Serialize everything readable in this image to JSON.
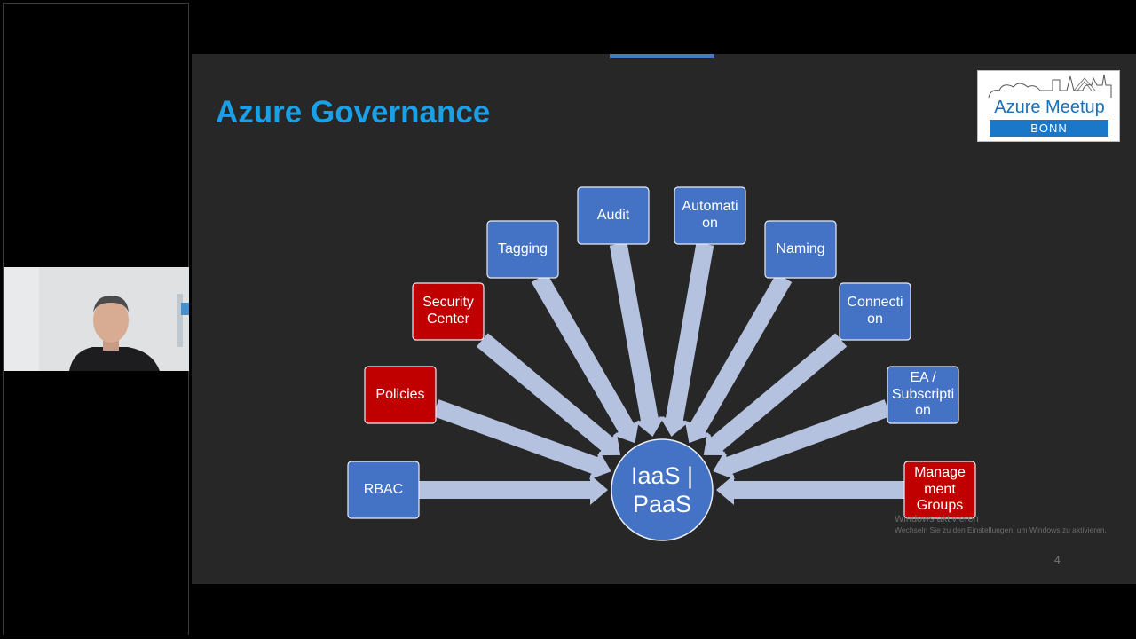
{
  "slide": {
    "title": "Azure Governance",
    "hub": {
      "label": "IaaS |\nPaaS"
    },
    "boxes": [
      {
        "id": "rbac",
        "label": "RBAC",
        "color": "#4472c4"
      },
      {
        "id": "policies",
        "label": "Policies",
        "color": "#c00000"
      },
      {
        "id": "security-center",
        "label": "Security\nCenter",
        "color": "#c00000"
      },
      {
        "id": "tagging",
        "label": "Tagging",
        "color": "#4472c4"
      },
      {
        "id": "audit",
        "label": "Audit",
        "color": "#4472c4"
      },
      {
        "id": "automation",
        "label": "Automati\non",
        "color": "#4472c4"
      },
      {
        "id": "naming",
        "label": "Naming",
        "color": "#4472c4"
      },
      {
        "id": "connection",
        "label": "Connecti\non",
        "color": "#4472c4"
      },
      {
        "id": "ea-subscription",
        "label": "EA /\nSubscripti\non",
        "color": "#4472c4"
      },
      {
        "id": "management-groups",
        "label": "Manage\nment\nGroups",
        "color": "#c00000"
      }
    ],
    "page_number": "4"
  },
  "logo": {
    "title": "Azure Meetup",
    "city": "BONN"
  },
  "watermark": {
    "title": "Windows aktivieren",
    "subtitle": "Wechseln Sie zu den Einstellungen, um Windows zu aktivieren."
  },
  "colors": {
    "title": "#1aa0e6",
    "box_blue": "#4472c4",
    "box_red": "#c00000",
    "arrow": "#b4c2e0",
    "slide_bg": "#272727"
  }
}
